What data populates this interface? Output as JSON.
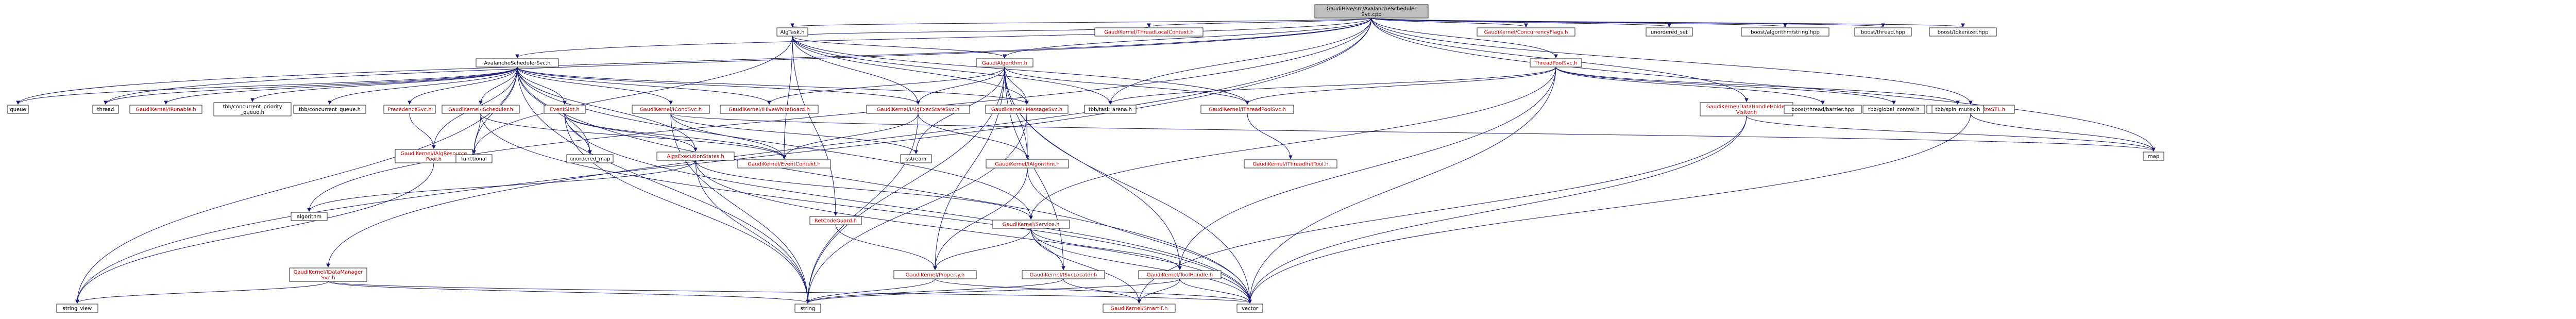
{
  "nodes": [
    {
      "id": "root",
      "label": [
        "GaudiHive/src/AvalancheScheduler",
        "Svc.cpp"
      ],
      "color": "#bfbfbf",
      "text": "black",
      "box": "gray"
    },
    {
      "id": "algtask",
      "label": [
        "AlgTask.h"
      ],
      "color": "#ffffff",
      "text": "black",
      "box": "black"
    },
    {
      "id": "avasched",
      "label": [
        "AvalancheSchedulerSvc.h"
      ],
      "color": "#ffffff",
      "text": "black",
      "box": "black"
    },
    {
      "id": "concflags",
      "label": [
        "GaudiKernel/ConcurrencyFlags.h"
      ],
      "color": "#ffffff",
      "text": "red",
      "box": "red"
    },
    {
      "id": "unordered_set",
      "label": [
        "unordered_set"
      ],
      "color": "#ffffff",
      "text": "black",
      "box": "none"
    },
    {
      "id": "boost_algo_string",
      "label": [
        "boost/algorithm/string.hpp"
      ],
      "color": "#ffffff",
      "text": "black",
      "box": "none"
    },
    {
      "id": "boost_thread",
      "label": [
        "boost/thread.hpp"
      ],
      "color": "#ffffff",
      "text": "black",
      "box": "none"
    },
    {
      "id": "boost_tokenizer",
      "label": [
        "boost/tokenizer.hpp"
      ],
      "color": "#ffffff",
      "text": "black",
      "box": "none"
    },
    {
      "id": "gaudialgorithm",
      "label": [
        "GaudiAlgorithm.h"
      ],
      "color": "#ffffff",
      "text": "red",
      "box": "red"
    },
    {
      "id": "threadlocalctx",
      "label": [
        "GaudiKernel/ThreadLocalContext.h"
      ],
      "color": "#ffffff",
      "text": "red",
      "box": "red"
    },
    {
      "id": "threadpoolsvc",
      "label": [
        "ThreadPoolSvc.h"
      ],
      "color": "#ffffff",
      "text": "red",
      "box": "red"
    },
    {
      "id": "datahandleholder",
      "label": [
        "GaudiKernel/DataHandleHolder",
        "Visitor.h"
      ],
      "color": "#ffffff",
      "text": "red",
      "box": "red"
    },
    {
      "id": "serializestl",
      "label": [
        "GaudiKernel/SerializeSTL.h"
      ],
      "color": "#ffffff",
      "text": "red",
      "box": "red"
    },
    {
      "id": "queue",
      "label": [
        "queue"
      ],
      "color": "#ffffff",
      "text": "black",
      "box": "none"
    },
    {
      "id": "thread",
      "label": [
        "thread"
      ],
      "color": "#ffffff",
      "text": "black",
      "box": "none"
    },
    {
      "id": "irunable",
      "label": [
        "GaudiKernel/IRunable.h"
      ],
      "color": "#ffffff",
      "text": "red",
      "box": "red"
    },
    {
      "id": "tbb_conc_prio",
      "label": [
        "tbb/concurrent_priority",
        "_queue.h"
      ],
      "color": "#ffffff",
      "text": "black",
      "box": "none"
    },
    {
      "id": "tbb_conc_queue",
      "label": [
        "tbb/concurrent_queue.h"
      ],
      "color": "#ffffff",
      "text": "black",
      "box": "none"
    },
    {
      "id": "precedencesvc",
      "label": [
        "PrecedenceSvc.h"
      ],
      "color": "#ffffff",
      "text": "red",
      "box": "red"
    },
    {
      "id": "ischeduler",
      "label": [
        "GaudiKernel/IScheduler.h"
      ],
      "color": "#ffffff",
      "text": "red",
      "box": "red"
    },
    {
      "id": "eventslot",
      "label": [
        "EventSlot.h"
      ],
      "color": "#ffffff",
      "text": "red",
      "box": "red"
    },
    {
      "id": "icondsvc",
      "label": [
        "GaudiKernel/ICondSvc.h"
      ],
      "color": "#ffffff",
      "text": "red",
      "box": "red"
    },
    {
      "id": "ihiveboard",
      "label": [
        "GaudiKernel/IHiveWhiteBoard.h"
      ],
      "color": "#ffffff",
      "text": "red",
      "box": "red"
    },
    {
      "id": "ialgexecstate",
      "label": [
        "GaudiKernel/IAlgExecStateSvc.h"
      ],
      "color": "#ffffff",
      "text": "red",
      "box": "red"
    },
    {
      "id": "imessagesvc",
      "label": [
        "GaudiKernel/IMessageSvc.h"
      ],
      "color": "#ffffff",
      "text": "red",
      "box": "red"
    },
    {
      "id": "tbb_task_arena",
      "label": [
        "tbb/task_arena.h"
      ],
      "color": "#ffffff",
      "text": "black",
      "box": "none"
    },
    {
      "id": "ithreadpoolsvc",
      "label": [
        "GaudiKernel/IThreadPoolSvc.h"
      ],
      "color": "#ffffff",
      "text": "red",
      "box": "red"
    },
    {
      "id": "boost_barrier",
      "label": [
        "boost/thread/barrier.hpp"
      ],
      "color": "#ffffff",
      "text": "black",
      "box": "none"
    },
    {
      "id": "tbb_global_control",
      "label": [
        "tbb/global_control.h"
      ],
      "color": "#ffffff",
      "text": "black",
      "box": "none"
    },
    {
      "id": "tbb_spin_mutex",
      "label": [
        "tbb/spin_mutex.h"
      ],
      "color": "#ffffff",
      "text": "black",
      "box": "none"
    },
    {
      "id": "ialgresourcepool",
      "label": [
        "GaudiKernel/IAlgResource",
        "Pool.h"
      ],
      "color": "#ffffff",
      "text": "red",
      "box": "red"
    },
    {
      "id": "functional",
      "label": [
        "functional"
      ],
      "color": "#ffffff",
      "text": "black",
      "box": "none"
    },
    {
      "id": "unordered_map",
      "label": [
        "unordered_map"
      ],
      "color": "#ffffff",
      "text": "black",
      "box": "none"
    },
    {
      "id": "algsexecstates",
      "label": [
        "AlgsExecutionStates.h"
      ],
      "color": "#ffffff",
      "text": "red",
      "box": "red"
    },
    {
      "id": "eventcontext",
      "label": [
        "GaudiKernel/EventContext.h"
      ],
      "color": "#ffffff",
      "text": "red",
      "box": "red"
    },
    {
      "id": "sstream",
      "label": [
        "sstream"
      ],
      "color": "#ffffff",
      "text": "black",
      "box": "none"
    },
    {
      "id": "ialgorithm",
      "label": [
        "GaudiKernel/IAlgorithm.h"
      ],
      "color": "#ffffff",
      "text": "red",
      "box": "red"
    },
    {
      "id": "ithreadinittool",
      "label": [
        "GaudiKernel/IThreadInitTool.h"
      ],
      "color": "#ffffff",
      "text": "red",
      "box": "red"
    },
    {
      "id": "map",
      "label": [
        "map"
      ],
      "color": "#ffffff",
      "text": "black",
      "box": "none"
    },
    {
      "id": "algorithm",
      "label": [
        "algorithm"
      ],
      "color": "#ffffff",
      "text": "black",
      "box": "none"
    },
    {
      "id": "retcodeguard",
      "label": [
        "RetCodeGuard.h"
      ],
      "color": "#ffffff",
      "text": "red",
      "box": "red"
    },
    {
      "id": "service",
      "label": [
        "GaudiKernel/Service.h"
      ],
      "color": "#ffffff",
      "text": "red",
      "box": "red"
    },
    {
      "id": "idatamanagersvc",
      "label": [
        "GaudiKernel/IDataManager",
        "Svc.h"
      ],
      "color": "#ffffff",
      "text": "red",
      "box": "red"
    },
    {
      "id": "property",
      "label": [
        "GaudiKernel/Property.h"
      ],
      "color": "#ffffff",
      "text": "red",
      "box": "red"
    },
    {
      "id": "isvclocator",
      "label": [
        "GaudiKernel/ISvcLocator.h"
      ],
      "color": "#ffffff",
      "text": "red",
      "box": "red"
    },
    {
      "id": "toolhandle",
      "label": [
        "GaudiKernel/ToolHandle.h"
      ],
      "color": "#ffffff",
      "text": "red",
      "box": "red"
    },
    {
      "id": "string_view",
      "label": [
        "string_view"
      ],
      "color": "#ffffff",
      "text": "black",
      "box": "none"
    },
    {
      "id": "string",
      "label": [
        "string"
      ],
      "color": "#ffffff",
      "text": "black",
      "box": "none"
    },
    {
      "id": "vector",
      "label": [
        "vector"
      ],
      "color": "#ffffff",
      "text": "black",
      "box": "none"
    },
    {
      "id": "smartif",
      "label": [
        "GaudiKernel/SmartIF.h"
      ],
      "color": "#ffffff",
      "text": "red",
      "box": "red"
    }
  ],
  "edges": [
    [
      "root",
      "algtask"
    ],
    [
      "root",
      "avasched"
    ],
    [
      "root",
      "concflags"
    ],
    [
      "root",
      "unordered_set"
    ],
    [
      "root",
      "boost_algo_string"
    ],
    [
      "root",
      "boost_thread"
    ],
    [
      "root",
      "boost_tokenizer"
    ],
    [
      "root",
      "gaudialgorithm"
    ],
    [
      "root",
      "threadlocalctx"
    ],
    [
      "root",
      "threadpoolsvc"
    ],
    [
      "root",
      "datahandleholder"
    ],
    [
      "root",
      "serializestl"
    ],
    [
      "root",
      "queue"
    ],
    [
      "root",
      "thread"
    ],
    [
      "root",
      "algorithm"
    ],
    [
      "root",
      "string_view"
    ],
    [
      "root",
      "map"
    ],
    [
      "root",
      "idatamanagersvc"
    ],
    [
      "root",
      "tbb_task_arena"
    ],
    [
      "algtask",
      "gaudialgorithm"
    ],
    [
      "algtask",
      "ialgexecstate"
    ],
    [
      "algtask",
      "imessagesvc"
    ],
    [
      "algtask",
      "threadlocalctx"
    ],
    [
      "algtask",
      "ithreadpoolsvc"
    ],
    [
      "algtask",
      "retcodeguard"
    ],
    [
      "algtask",
      "eventcontext"
    ],
    [
      "algtask",
      "functional"
    ],
    [
      "algtask",
      "tbb_task_arena"
    ],
    [
      "avasched",
      "queue"
    ],
    [
      "avasched",
      "thread"
    ],
    [
      "avasched",
      "irunable"
    ],
    [
      "avasched",
      "tbb_conc_prio"
    ],
    [
      "avasched",
      "tbb_conc_queue"
    ],
    [
      "avasched",
      "precedencesvc"
    ],
    [
      "avasched",
      "ischeduler"
    ],
    [
      "avasched",
      "eventslot"
    ],
    [
      "avasched",
      "icondsvc"
    ],
    [
      "avasched",
      "ihiveboard"
    ],
    [
      "avasched",
      "ialgexecstate"
    ],
    [
      "avasched",
      "imessagesvc"
    ],
    [
      "avasched",
      "ialgresourcepool"
    ],
    [
      "avasched",
      "functional"
    ],
    [
      "avasched",
      "unordered_map"
    ],
    [
      "avasched",
      "algsexecstates"
    ],
    [
      "avasched",
      "string_view"
    ],
    [
      "avasched",
      "string"
    ],
    [
      "avasched",
      "vector"
    ],
    [
      "avasched",
      "service"
    ],
    [
      "gaudialgorithm",
      "ihiveboard"
    ],
    [
      "gaudialgorithm",
      "ialgexecstate"
    ],
    [
      "gaudialgorithm",
      "imessagesvc"
    ],
    [
      "gaudialgorithm",
      "ithreadpoolsvc"
    ],
    [
      "gaudialgorithm",
      "ialgorithm"
    ],
    [
      "gaudialgorithm",
      "sstream"
    ],
    [
      "gaudialgorithm",
      "toolhandle"
    ],
    [
      "gaudialgorithm",
      "isvclocator"
    ],
    [
      "gaudialgorithm",
      "string"
    ],
    [
      "gaudialgorithm",
      "vector"
    ],
    [
      "gaudialgorithm",
      "property"
    ],
    [
      "threadpoolsvc",
      "ithreadpoolsvc"
    ],
    [
      "threadpoolsvc",
      "boost_barrier"
    ],
    [
      "threadpoolsvc",
      "tbb_global_control"
    ],
    [
      "threadpoolsvc",
      "tbb_spin_mutex"
    ],
    [
      "threadpoolsvc",
      "service"
    ],
    [
      "threadpoolsvc",
      "toolhandle"
    ],
    [
      "threadpoolsvc",
      "tbb_task_arena"
    ],
    [
      "threadpoolsvc",
      "vector"
    ],
    [
      "datahandleholder",
      "map"
    ],
    [
      "datahandleholder",
      "vector"
    ],
    [
      "datahandleholder",
      "smartif"
    ],
    [
      "serializestl",
      "map"
    ],
    [
      "serializestl",
      "vector"
    ],
    [
      "ithreadpoolsvc",
      "ithreadinittool"
    ],
    [
      "precedencesvc",
      "ialgresourcepool"
    ],
    [
      "ischeduler",
      "functional"
    ],
    [
      "ischeduler",
      "eventcontext"
    ],
    [
      "ischeduler",
      "vector"
    ],
    [
      "eventslot",
      "unordered_map"
    ],
    [
      "eventslot",
      "algsexecstates"
    ],
    [
      "eventslot",
      "string"
    ],
    [
      "eventslot",
      "vector"
    ],
    [
      "eventslot",
      "eventcontext"
    ],
    [
      "icondsvc",
      "eventcontext"
    ],
    [
      "icondsvc",
      "sstream"
    ],
    [
      "icondsvc",
      "map"
    ],
    [
      "icondsvc",
      "string"
    ],
    [
      "ialgexecstate",
      "eventcontext"
    ],
    [
      "ialgexecstate",
      "ialgorithm"
    ],
    [
      "ialgexecstate",
      "string"
    ],
    [
      "imessagesvc",
      "ialgorithm"
    ],
    [
      "imessagesvc",
      "string"
    ],
    [
      "ialgresourcepool",
      "string_view"
    ],
    [
      "algsexecstates",
      "algorithm"
    ],
    [
      "algsexecstates",
      "string"
    ],
    [
      "algsexecstates",
      "vector"
    ],
    [
      "algsexecstates",
      "service"
    ],
    [
      "ialgorithm",
      "property"
    ],
    [
      "ialgorithm",
      "vector"
    ],
    [
      "retcodeguard",
      "property"
    ],
    [
      "service",
      "property"
    ],
    [
      "service",
      "isvclocator"
    ],
    [
      "service",
      "toolhandle"
    ],
    [
      "service",
      "smartif"
    ],
    [
      "service",
      "vector"
    ],
    [
      "idatamanagersvc",
      "string_view"
    ],
    [
      "idatamanagersvc",
      "string"
    ],
    [
      "idatamanagersvc",
      "vector"
    ],
    [
      "property",
      "string"
    ],
    [
      "property",
      "vector"
    ],
    [
      "isvclocator",
      "smartif"
    ],
    [
      "isvclocator",
      "string"
    ],
    [
      "toolhandle",
      "smartif"
    ],
    [
      "toolhandle",
      "string"
    ],
    [
      "toolhandle",
      "vector"
    ]
  ]
}
